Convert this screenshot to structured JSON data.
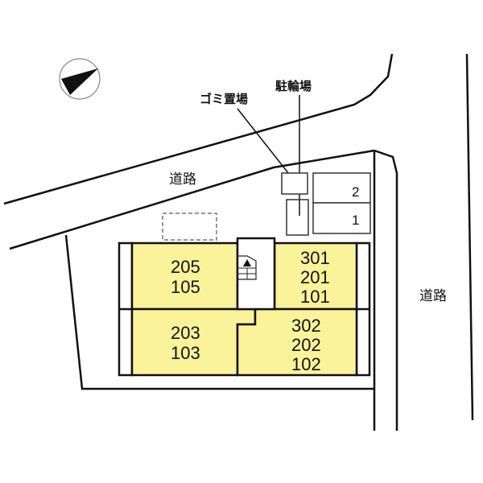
{
  "colors": {
    "unit_fill": "#fbf39a",
    "line": "#111111",
    "background": "#ffffff",
    "dashed_line": "#777777"
  },
  "compass": {
    "icon": "north-arrow-icon",
    "direction": "north-west"
  },
  "roads": {
    "top": {
      "label": "道路"
    },
    "right": {
      "label": "道路"
    }
  },
  "facilities": {
    "garbage": {
      "label": "ゴミ置場"
    },
    "bicycle": {
      "label": "駐輪場"
    }
  },
  "parking": {
    "spaces": [
      {
        "number": "2"
      },
      {
        "number": "1"
      }
    ]
  },
  "units": [
    {
      "id": "left-upper",
      "lines": [
        "205",
        "105"
      ]
    },
    {
      "id": "right-upper",
      "lines": [
        "301",
        "201",
        "101"
      ]
    },
    {
      "id": "left-lower",
      "lines": [
        "203",
        "103"
      ]
    },
    {
      "id": "right-lower",
      "lines": [
        "302",
        "202",
        "102"
      ]
    }
  ],
  "stairs": {
    "icon": "stairs-up-icon"
  }
}
